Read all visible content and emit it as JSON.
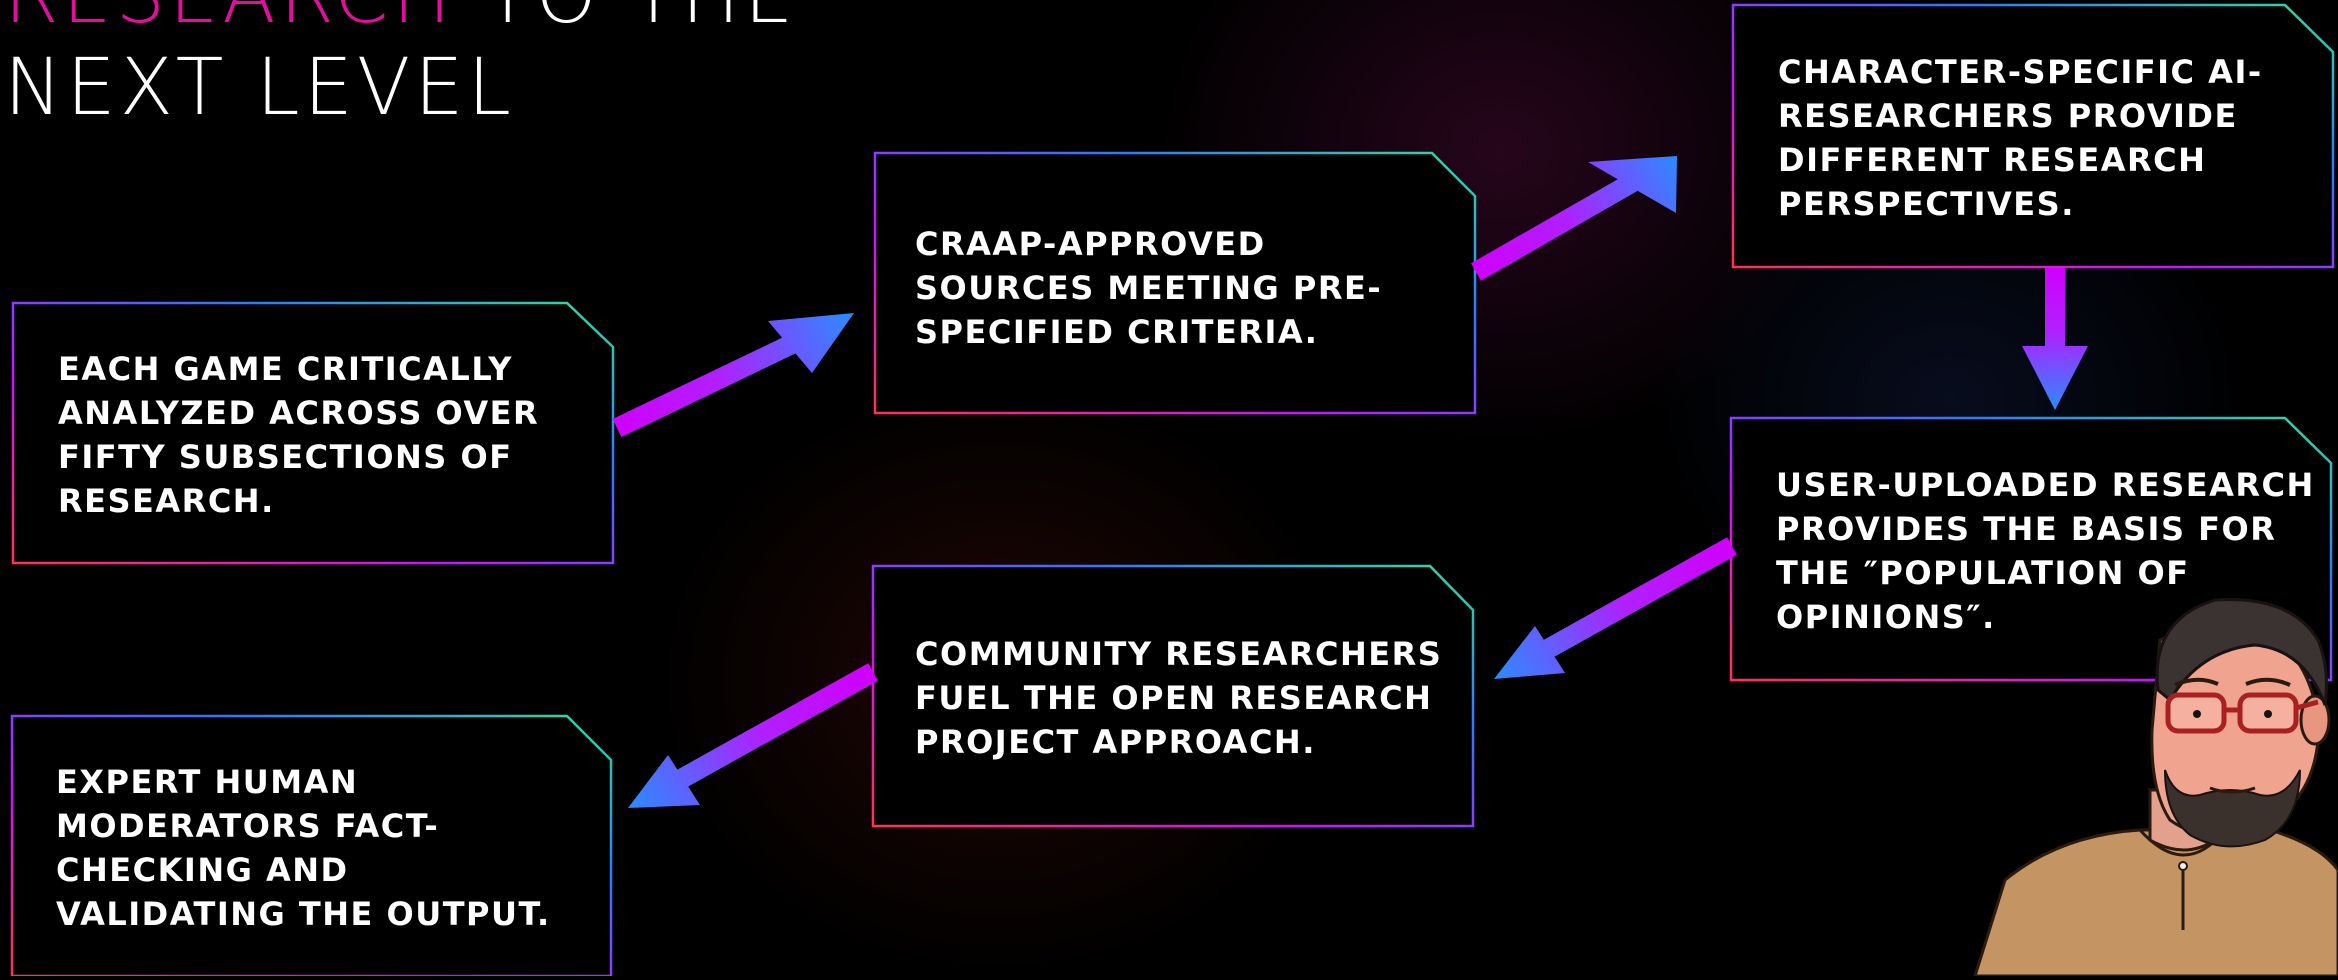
{
  "title": {
    "accent": "RESEARCH",
    "line1_rest": " TO THE",
    "line2": "NEXT LEVEL"
  },
  "boxes": [
    {
      "id": "game-analysis",
      "text": "EACH GAME CRITICALLY ANALYZED ACROSS OVER FIFTY SUBSECTIONS OF RESEARCH."
    },
    {
      "id": "craap-sources",
      "text": "CRAAP-APPROVED SOURCES MEETING PRE-SPECIFIED CRITERIA."
    },
    {
      "id": "ai-researchers",
      "text": "CHARACTER-SPECIFIC AI-RESEARCHERS PROVIDE DIFFERENT RESEARCH PERSPECTIVES."
    },
    {
      "id": "user-uploaded",
      "text": "USER-UPLOADED RESEARCH PROVIDES THE BASIS FOR THE ″POPULATION OF OPINIONS″."
    },
    {
      "id": "community-researchers",
      "text": "COMMUNITY RESEARCHERS FUEL THE OPEN RESEARCH PROJECT APPROACH."
    },
    {
      "id": "human-moderators",
      "text": "EXPERT HUMAN MODERATORS FACT-CHECKING AND VALIDATING THE OUTPUT."
    }
  ],
  "colors": {
    "background": "#000000",
    "accent_magenta": "#e0109c",
    "arrow_start": "#d000ff",
    "arrow_end": "#2a8cff",
    "border_red": "#ff3355",
    "border_blue": "#2a7cff",
    "border_green": "#33dd99"
  }
}
